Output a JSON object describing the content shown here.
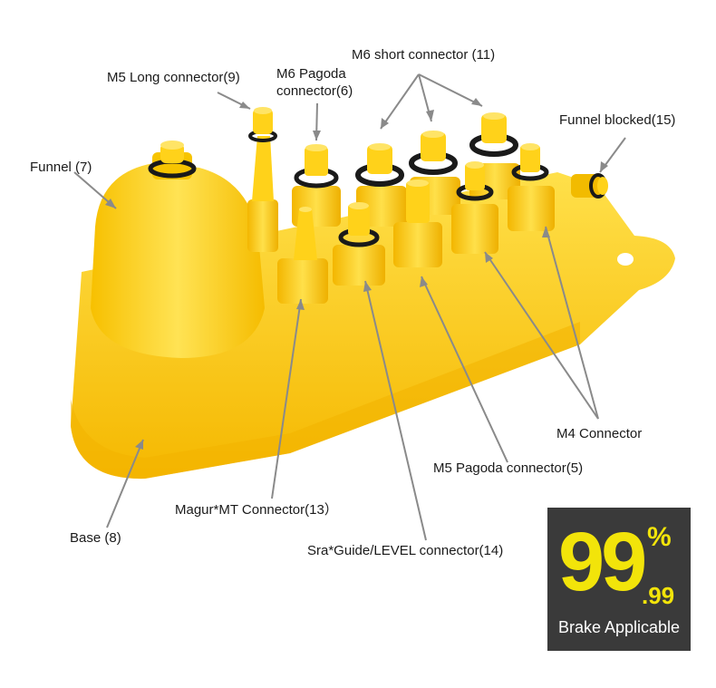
{
  "labels": {
    "m6_short": "M6 short connector (11)",
    "m5_long": "M5 Long connector(9)",
    "m6_pagoda_line1": "M6 Pagoda",
    "m6_pagoda_line2": "connector(6)",
    "funnel_blocked": "Funnel blocked(15)",
    "funnel": "Funnel (7)",
    "m4": "M4 Connector",
    "m5_pagoda": "M5 Pagoda connector(5)",
    "magur": "Magur*MT Connector(13）",
    "base": "Base (8)",
    "sra": "Sra*Guide/LEVEL connector(14)"
  },
  "badge": {
    "big": "99",
    "percent": "%",
    "decimal": ".99",
    "caption": "Brake Applicable"
  },
  "colors": {
    "plastic": "#ffd21a",
    "plastic_shadow": "#f0b400",
    "oring": "#1a1a1a",
    "pointer": "#8a8a8a",
    "badge_bg": "#3a3a3a",
    "badge_text": "#f2e40a"
  }
}
